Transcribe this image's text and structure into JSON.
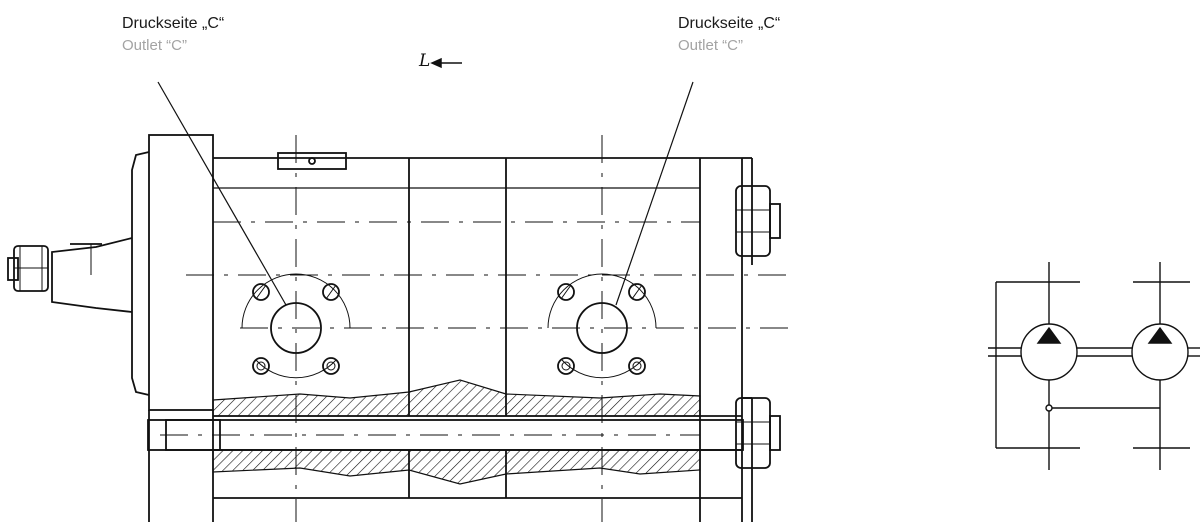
{
  "labels": {
    "left": {
      "de": "Druckseite „C“",
      "en": "Outlet “C”"
    },
    "right": {
      "de": "Druckseite „C“",
      "en": "Outlet “C”"
    },
    "direction": "L"
  },
  "colors": {
    "line": "#111111",
    "caption": "#1a1a1a",
    "translation": "#a3a3a3",
    "background": "#ffffff"
  },
  "icons": {
    "direction_arrow": "arrow-left-icon",
    "pump_symbol": "hydraulic-pump-symbol"
  }
}
